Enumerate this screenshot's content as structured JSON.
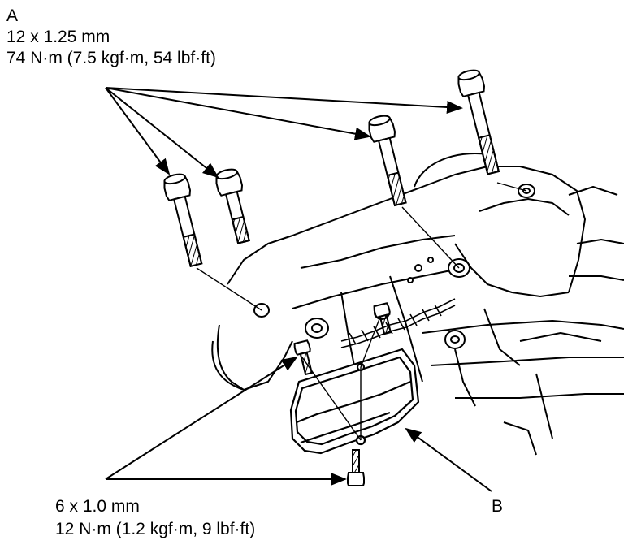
{
  "callout_a": {
    "letter": "A",
    "size": "12 x 1.25 mm",
    "torque": "74 N·m (7.5 kgf·m, 54 lbf·ft)"
  },
  "callout_b": {
    "letter": "B"
  },
  "callout_small": {
    "size": "6 x 1.0 mm",
    "torque": "12 N·m (1.2 kgf·m, 9 lbf·ft)"
  }
}
